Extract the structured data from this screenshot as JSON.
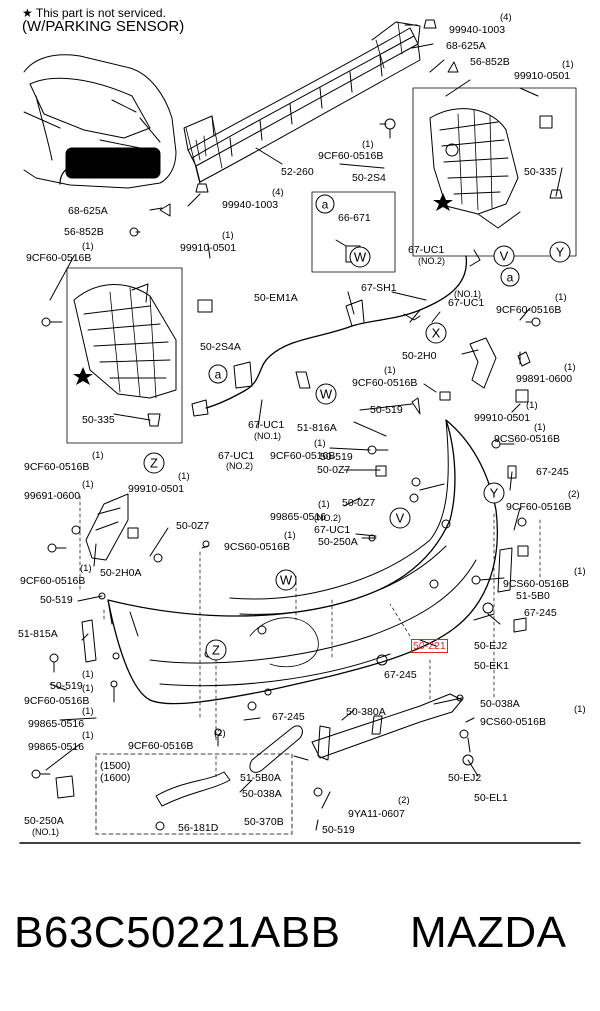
{
  "header": {
    "star_note": "★ This part is not serviced.",
    "variant": "(W/PARKING SENSOR)"
  },
  "callout_letters": [
    "a",
    "V",
    "W",
    "X",
    "Y",
    "Z"
  ],
  "parts": [
    {
      "code": "99940-1003",
      "qty": "(4)"
    },
    {
      "code": "68-625A"
    },
    {
      "code": "56-852B"
    },
    {
      "code": "99910-0501",
      "qty": "(1)"
    },
    {
      "code": "9CF60-0516B",
      "qty": "(1)"
    },
    {
      "code": "52-260"
    },
    {
      "code": "50-2S4"
    },
    {
      "code": "50-335"
    },
    {
      "code": "68-625A"
    },
    {
      "code": "99940-1003",
      "qty": "(4)"
    },
    {
      "code": "56-852B"
    },
    {
      "code": "99910-0501",
      "qty": "(1)"
    },
    {
      "code": "9CF60-0516B",
      "qty": "(1)"
    },
    {
      "code": "66-671"
    },
    {
      "code": "67-UC1",
      "note": "(NO.2)"
    },
    {
      "code": "67-SH1"
    },
    {
      "code": "50-EM1A"
    },
    {
      "code": "67-UC1",
      "note": "(NO.1)"
    },
    {
      "code": "9CF60-0516B",
      "qty": "(1)"
    },
    {
      "code": "50-2S4A"
    },
    {
      "code": "50-2H0"
    },
    {
      "code": "99891-0600",
      "qty": "(1)"
    },
    {
      "code": "9CF60-0516B",
      "qty": "(1)"
    },
    {
      "code": "99910-0501",
      "qty": "(1)"
    },
    {
      "code": "50-335"
    },
    {
      "code": "50-519"
    },
    {
      "code": "67-UC1",
      "note": "(NO.1)"
    },
    {
      "code": "51-816A"
    },
    {
      "code": "9CS60-0516B",
      "qty": "(1)"
    },
    {
      "code": "9CF60-0516B",
      "qty": "(1)"
    },
    {
      "code": "67-UC1",
      "note": "(NO.2)"
    },
    {
      "code": "9CF60-0516B",
      "qty": "(1)"
    },
    {
      "code": "50-519"
    },
    {
      "code": "50-0Z7"
    },
    {
      "code": "67-245"
    },
    {
      "code": "99691-0600",
      "qty": "(1)"
    },
    {
      "code": "99910-0501",
      "qty": "(1)"
    },
    {
      "code": "50-0Z7"
    },
    {
      "code": "9CF60-0516B",
      "qty": "(2)"
    },
    {
      "code": "99865-0516",
      "qty": "(1)"
    },
    {
      "code": "67-UC1",
      "note": "(NO.2)"
    },
    {
      "code": "50-0Z7"
    },
    {
      "code": "9CS60-0516B",
      "qty": "(1)"
    },
    {
      "code": "50-250A"
    },
    {
      "code": "9CF60-0516B",
      "qty": "(1)"
    },
    {
      "code": "50-2H0A"
    },
    {
      "code": "9CS60-0516B",
      "qty": "(1)"
    },
    {
      "code": "50-519"
    },
    {
      "code": "51-5B0"
    },
    {
      "code": "67-245"
    },
    {
      "code": "51-815A"
    },
    {
      "code": "50-221",
      "highlight": true
    },
    {
      "code": "50-EJ2"
    },
    {
      "code": "67-245"
    },
    {
      "code": "50-EK1"
    },
    {
      "code": "50-519",
      "qty": "(1)"
    },
    {
      "code": "9CF60-0516B",
      "qty": "(1)"
    },
    {
      "code": "50-038A"
    },
    {
      "code": "99865-0516",
      "qty": "(1)"
    },
    {
      "code": "67-245"
    },
    {
      "code": "50-380A"
    },
    {
      "code": "9CS60-0516B",
      "qty": "(1)"
    },
    {
      "code": "99865-0516",
      "qty": "(1)"
    },
    {
      "code": "9CF60-0516B",
      "qty": "(2)"
    },
    {
      "code": "(1500)"
    },
    {
      "code": "(1600)"
    },
    {
      "code": "51-5B0A"
    },
    {
      "code": "50-038A"
    },
    {
      "code": "50-EJ2"
    },
    {
      "code": "50-EL1"
    },
    {
      "code": "50-250A",
      "note": "(NO.1)"
    },
    {
      "code": "56-181D"
    },
    {
      "code": "50-370B"
    },
    {
      "code": "9YA11-0607",
      "qty": "(2)"
    },
    {
      "code": "50-519"
    }
  ],
  "footer": {
    "part_number": "B63C50221ABB",
    "brand": "MAZDA"
  },
  "colors": {
    "line": "#000000",
    "highlight": "#e0242a",
    "background": "#ffffff"
  }
}
